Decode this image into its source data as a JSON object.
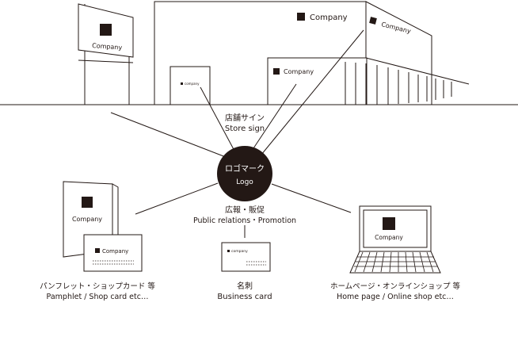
{
  "center": {
    "jp": "ロゴマーク",
    "en": "Logo"
  },
  "store_sign": {
    "jp": "店舗サイン",
    "en": "Store sign"
  },
  "promotion": {
    "jp": "広報・販促",
    "en": "Public relations・Promotion"
  },
  "pamphlet": {
    "jp": "パンフレット・ショップカード 等",
    "en": "Pamphlet / Shop card  etc…"
  },
  "business_card": {
    "jp": "名刺",
    "en": "Business card"
  },
  "homepage": {
    "jp": "ホームページ・オンラインショップ 等",
    "en": "Home page / Online shop  etc…"
  },
  "brand": {
    "Company": "Company",
    "company": "company"
  },
  "colors": {
    "ink": "#231815",
    "background": "#ffffff"
  }
}
